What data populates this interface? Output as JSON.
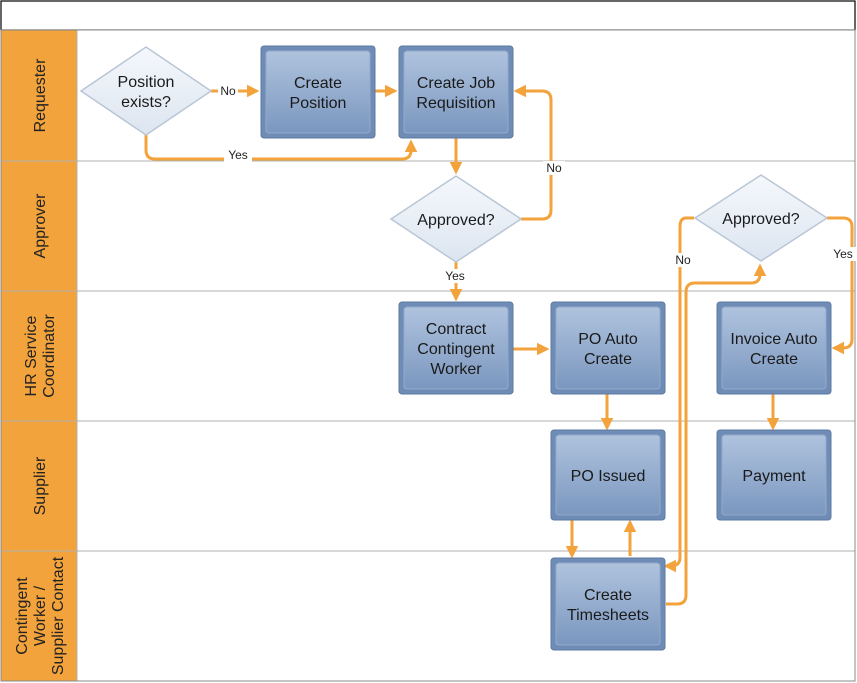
{
  "header_title": "",
  "colors": {
    "lane_label_fill": "#F3A33C",
    "arrow": "#F3A33C",
    "process_fill_top": "#A8BEDB",
    "process_fill_bottom": "#7B97BF",
    "decision_fill": "#E8EEF6",
    "lane_border": "#B0B0B0"
  },
  "lanes": [
    {
      "id": "requester",
      "label_lines": [
        "Requester"
      ]
    },
    {
      "id": "approver",
      "label_lines": [
        "Approver"
      ]
    },
    {
      "id": "hr",
      "label_lines": [
        "HR Service",
        "Coordinator"
      ]
    },
    {
      "id": "supplier",
      "label_lines": [
        "Supplier"
      ]
    },
    {
      "id": "worker",
      "label_lines": [
        "Contingent",
        "Worker /",
        "Supplier Contact"
      ]
    }
  ],
  "nodes": {
    "position_exists": {
      "type": "decision",
      "lines": [
        "Position",
        "exists?"
      ]
    },
    "create_position": {
      "type": "process",
      "lines": [
        "Create",
        "Position"
      ]
    },
    "create_job_requisition": {
      "type": "process",
      "lines": [
        "Create Job",
        "Requisition"
      ]
    },
    "approved_1": {
      "type": "decision",
      "lines": [
        "Approved?"
      ]
    },
    "approved_2": {
      "type": "decision",
      "lines": [
        "Approved?"
      ]
    },
    "contract_worker": {
      "type": "process",
      "lines": [
        "Contract",
        "Contingent",
        "Worker"
      ]
    },
    "po_auto_create": {
      "type": "process",
      "lines": [
        "PO Auto",
        "Create"
      ]
    },
    "invoice_auto_create": {
      "type": "process",
      "lines": [
        "Invoice Auto",
        "Create"
      ]
    },
    "po_issued": {
      "type": "process",
      "lines": [
        "PO Issued"
      ]
    },
    "payment": {
      "type": "process",
      "lines": [
        "Payment"
      ]
    },
    "create_timesheets": {
      "type": "process",
      "lines": [
        "Create",
        "Timesheets"
      ]
    }
  },
  "edge_labels": {
    "pos_no": "No",
    "pos_yes": "Yes",
    "appr1_no": "No",
    "appr1_yes": "Yes",
    "appr2_no": "No",
    "appr2_yes": "Yes"
  }
}
